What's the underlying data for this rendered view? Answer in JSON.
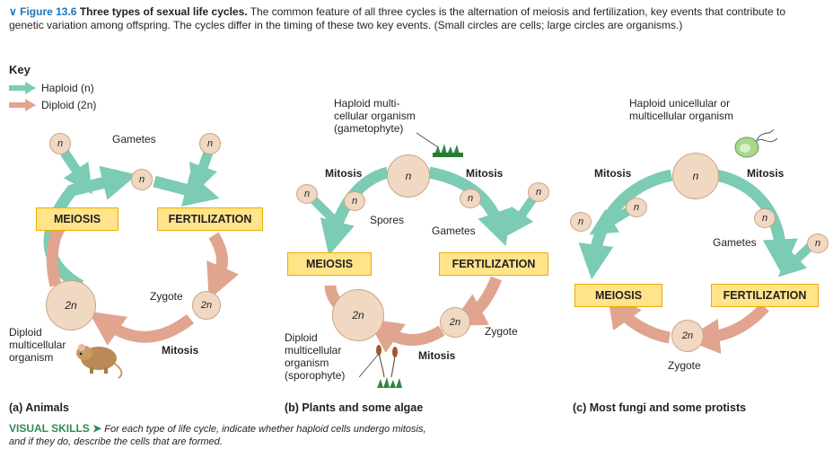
{
  "caption": {
    "figure_label": "Figure 13.6",
    "title": "Three types of sexual life cycles.",
    "text": "The common feature of all three cycles is the alternation of meiosis and fertilization, key events that contribute to genetic variation among offspring. The cycles differ in the timing of these two key events. (Small circles are cells; large circles are organisms.)"
  },
  "key": {
    "title": "Key",
    "haploid": "Haploid (n)",
    "diploid": "Diploid (2n)",
    "haploid_color": "#7ccbb4",
    "diploid_color": "#e0a48f"
  },
  "cell_labels": {
    "n": "n",
    "two_n": "2n"
  },
  "animals": {
    "gametes": "Gametes",
    "meiosis": "MEIOSIS",
    "fertilization": "FERTILIZATION",
    "zygote": "Zygote",
    "mitosis": "Mitosis",
    "diploid_org": "Diploid multicellular organism",
    "diploid_org_l1": "Diploid",
    "diploid_org_l2": "multicellular",
    "diploid_org_l3": "organism",
    "subtitle": "(a) Animals"
  },
  "plants": {
    "haploid_org_l1": "Haploid multi-",
    "haploid_org_l2": "cellular organism",
    "haploid_org_l3": "(gametophyte)",
    "mitosis_left": "Mitosis",
    "mitosis_right": "Mitosis",
    "spores": "Spores",
    "gametes": "Gametes",
    "meiosis": "MEIOSIS",
    "fertilization": "FERTILIZATION",
    "zygote": "Zygote",
    "mitosis_bottom": "Mitosis",
    "diploid_org_l1": "Diploid",
    "diploid_org_l2": "multicellular",
    "diploid_org_l3": "organism",
    "diploid_org_l4": "(sporophyte)",
    "subtitle": "(b) Plants and some algae"
  },
  "fungi": {
    "haploid_org_l1": "Haploid unicellular or",
    "haploid_org_l2": "multicellular organism",
    "mitosis_left": "Mitosis",
    "mitosis_right": "Mitosis",
    "gametes": "Gametes",
    "meiosis": "MEIOSIS",
    "fertilization": "FERTILIZATION",
    "zygote": "Zygote",
    "subtitle": "(c) Most fungi and some protists"
  },
  "visual_skills": {
    "heading": "VISUAL SKILLS ➤",
    "text_l1": "For each type of life cycle, indicate whether haploid cells undergo mitosis,",
    "text_l2": "and if they do, describe the cells that are formed."
  }
}
